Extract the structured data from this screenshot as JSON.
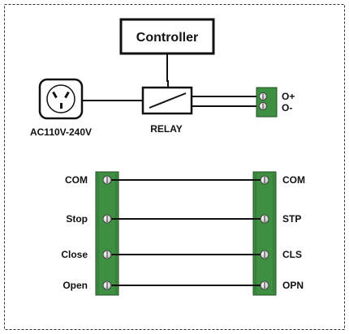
{
  "frame_style": "dashed",
  "colors": {
    "line": "#111111",
    "terminal_fill": "#3f8f42",
    "terminal_stroke": "#1f4f22",
    "screw_fill": "#f2f2f2"
  },
  "controller": {
    "label": "Controller"
  },
  "relay": {
    "label": "RELAY",
    "symbol": "relay-switch-icon"
  },
  "power": {
    "label": "AC110V-240V",
    "icon": "ac-outlet-icon"
  },
  "output": {
    "terminals": [
      "O+",
      "O-"
    ]
  },
  "left_block": {
    "labels": [
      "COM",
      "Stop",
      "Close",
      "Open"
    ]
  },
  "right_block": {
    "labels": [
      "COM",
      "STP",
      "CLS",
      "OPN"
    ]
  }
}
